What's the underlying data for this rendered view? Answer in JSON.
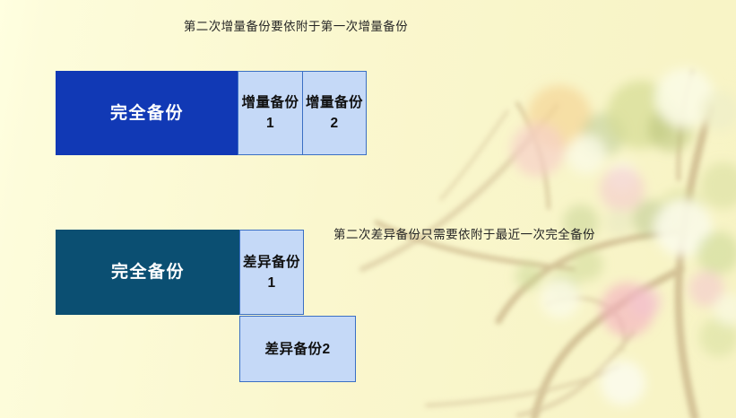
{
  "slide": {
    "background_color": "#FAF7CE",
    "decoration": "bokeh-branch-pattern"
  },
  "captions": {
    "incremental": "第二次增量备份要依附于第一次增量备份",
    "differential": "第二次差异备份只需要依附于最近一次完全备份"
  },
  "diagrams": [
    {
      "name": "incremental-backup-diagram",
      "blocks": [
        {
          "label": "完全备份",
          "fill": "#1139B5",
          "text_color": "#FFFFFF"
        },
        {
          "label": "增量备份1",
          "fill": "#C5D9F7",
          "text_color": "#101010"
        },
        {
          "label": "增量备份2",
          "fill": "#C5D9F7",
          "text_color": "#101010"
        }
      ]
    },
    {
      "name": "differential-backup-diagram",
      "blocks": [
        {
          "label": "完全备份",
          "fill": "#0B4F72",
          "text_color": "#FFFFFF"
        },
        {
          "label": "差异备份1",
          "fill": "#C5D9F7",
          "text_color": "#101010"
        },
        {
          "label": "差异备份2",
          "fill": "#C5D9F7",
          "text_color": "#101010"
        }
      ]
    }
  ],
  "colors": {
    "block_border": "#3A6FC4",
    "full_backup_blue": "#1139B5",
    "full_backup_teal": "#0B4F72",
    "partial_backup_light": "#C5D9F7"
  }
}
